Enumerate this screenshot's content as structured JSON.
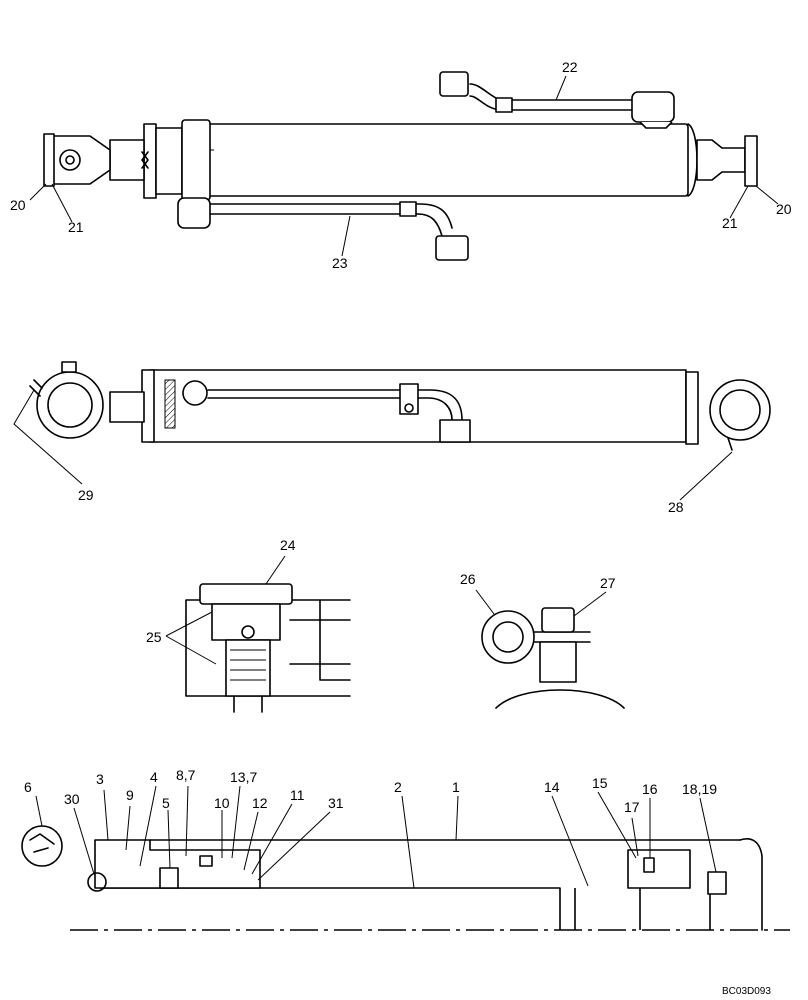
{
  "callouts": {
    "c1": "1",
    "c2": "2",
    "c3": "3",
    "c4": "4",
    "c5": "5",
    "c6": "6",
    "c8_7": "8,7",
    "c9": "9",
    "c10": "10",
    "c11": "11",
    "c12": "12",
    "c13_7": "13,7",
    "c14": "14",
    "c15": "15",
    "c16": "16",
    "c17": "17",
    "c18_19": "18,19",
    "c20a": "20",
    "c20b": "20",
    "c21a": "21",
    "c21b": "21",
    "c22": "22",
    "c23": "23",
    "c24": "24",
    "c25": "25",
    "c26": "26",
    "c27": "27",
    "c28": "28",
    "c29": "29",
    "c30": "30",
    "c31": "31"
  },
  "drawing_code": "BC03D093"
}
